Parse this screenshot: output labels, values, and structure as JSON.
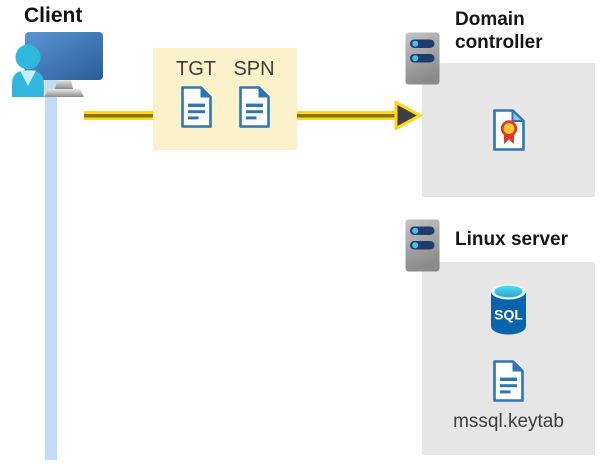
{
  "diagram": {
    "title_hint": "Kerberos authentication flow from client to SQL Server on Linux",
    "client": {
      "label": "Client"
    },
    "ticket_box": {
      "tgt_label": "TGT",
      "spn_label": "SPN"
    },
    "arrow": {
      "direction": "left-to-right",
      "from": "Client",
      "to": "Domain controller"
    },
    "domain_controller": {
      "title": "Domain controller",
      "contains": [
        "certificate-icon"
      ]
    },
    "linux_server": {
      "title": "Linux server",
      "sql_label": "SQL",
      "keytab_label": "mssql.keytab",
      "contains": [
        "sql-database-icon",
        "keytab-document-icon"
      ]
    },
    "colors": {
      "background": "#ffffff",
      "ticket_box_fill": "#fbf2cb",
      "gray_box_fill": "#e6e6e6",
      "arrow_yellow": "#ffd618",
      "arrow_inner_stripe": "#8a7300",
      "arrowhead_fill": "#3c4043",
      "client_line_blue": "#c3dcf6",
      "document_blue": "#2e75b6",
      "certificate_fold_blue": "#9cc3e5",
      "rosette_yellow": "#ffc72c",
      "rosette_red": "#d93a2b",
      "sql_body_blue": "#0a64ac",
      "sql_top_cyan": "#35bee0",
      "server_gray_light": "#bdbdbd",
      "server_gray_dark": "#8a8a8a",
      "server_bar_navy": "#1e3c6e",
      "server_dot_cyan": "#46c3ea",
      "person_cyan": "#2fb7de",
      "monitor_blue_light": "#4e8bc9",
      "monitor_blue_dark": "#2b5c9b",
      "label_dark_gray": "#3d3d3d",
      "title_black": "#161616"
    }
  }
}
